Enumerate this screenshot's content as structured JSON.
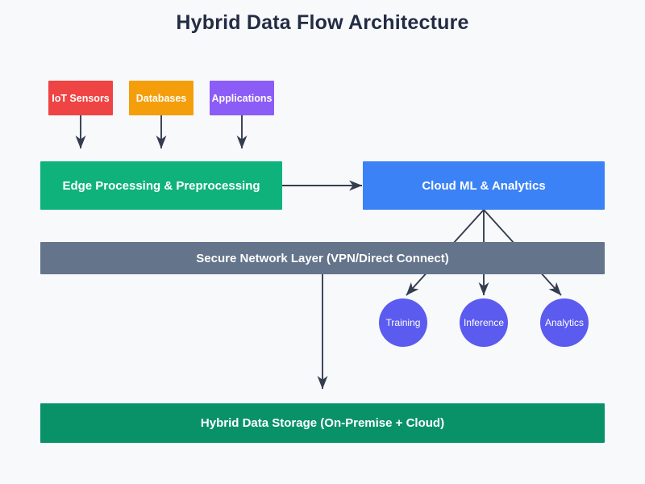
{
  "diagram": {
    "title": "Hybrid Data Flow Architecture",
    "background_color": "#f7f9fb",
    "title_color": "#242c44",
    "edge_color": "#343d4f",
    "sources": [
      {
        "id": "iot",
        "label": "IoT Sensors",
        "color": "#ef4444"
      },
      {
        "id": "databases",
        "label": "Databases",
        "color": "#f59e0b"
      },
      {
        "id": "applications",
        "label": "Applications",
        "color": "#8b5cf6"
      }
    ],
    "processing": [
      {
        "id": "edge",
        "label": "Edge Processing & Preprocessing",
        "color": "#10b27c"
      },
      {
        "id": "cloud",
        "label": "Cloud ML & Analytics",
        "color": "#3b82f6"
      }
    ],
    "network": {
      "id": "network",
      "label": "Secure Network Layer (VPN/Direct Connect)",
      "color": "#64748b"
    },
    "workloads": [
      {
        "id": "training",
        "label": "Training",
        "color": "#5b5bef"
      },
      {
        "id": "inference",
        "label": "Inference",
        "color": "#5b5bef"
      },
      {
        "id": "analytics",
        "label": "Analytics",
        "color": "#5b5bef"
      }
    ],
    "storage": {
      "id": "storage",
      "label": "Hybrid Data Storage (On-Premise + Cloud)",
      "color": "#099268"
    },
    "connections": [
      {
        "from": "iot",
        "to": "edge"
      },
      {
        "from": "databases",
        "to": "edge"
      },
      {
        "from": "applications",
        "to": "edge"
      },
      {
        "from": "edge",
        "to": "cloud"
      },
      {
        "from": "cloud",
        "to": "training"
      },
      {
        "from": "cloud",
        "to": "inference"
      },
      {
        "from": "cloud",
        "to": "analytics"
      },
      {
        "from": "network",
        "to": "storage"
      }
    ]
  }
}
